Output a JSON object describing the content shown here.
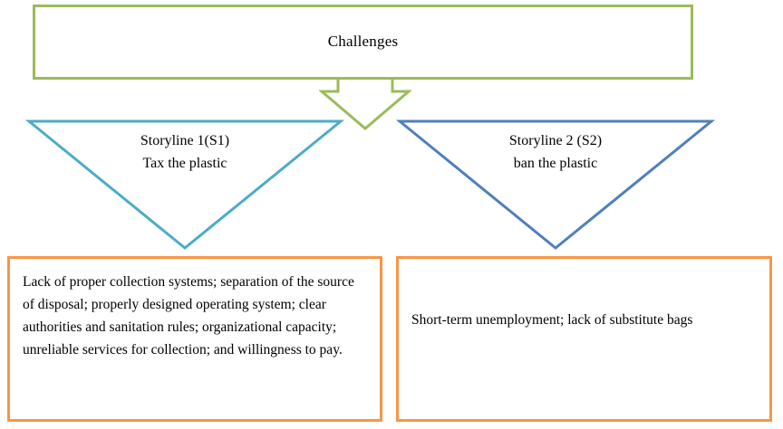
{
  "diagram": {
    "type": "flow-diagram",
    "title_box": {
      "label": "Challenges",
      "border_color": "#9bbb59"
    },
    "connector": {
      "icon": "down-arrow-icon",
      "color": "#9bbb59"
    },
    "branches": [
      {
        "id": "s1",
        "shape": "inverted-triangle",
        "border_color": "#4bacc6",
        "line1": "Storyline 1(S1)",
        "line2": "Tax the plastic",
        "detail": {
          "border_color": "#f79646",
          "text": "Lack of proper collection systems; separation of the source of disposal; properly designed operating system; clear authorities and sanitation rules; organizational capacity; unreliable services for collection; and willingness to pay."
        }
      },
      {
        "id": "s2",
        "shape": "inverted-triangle",
        "border_color": "#4f7fbd",
        "line1": "Storyline 2 (S2)",
        "line2": "ban the plastic",
        "detail": {
          "border_color": "#f79646",
          "text": "Short-term unemployment; lack of substitute bags"
        }
      }
    ]
  }
}
